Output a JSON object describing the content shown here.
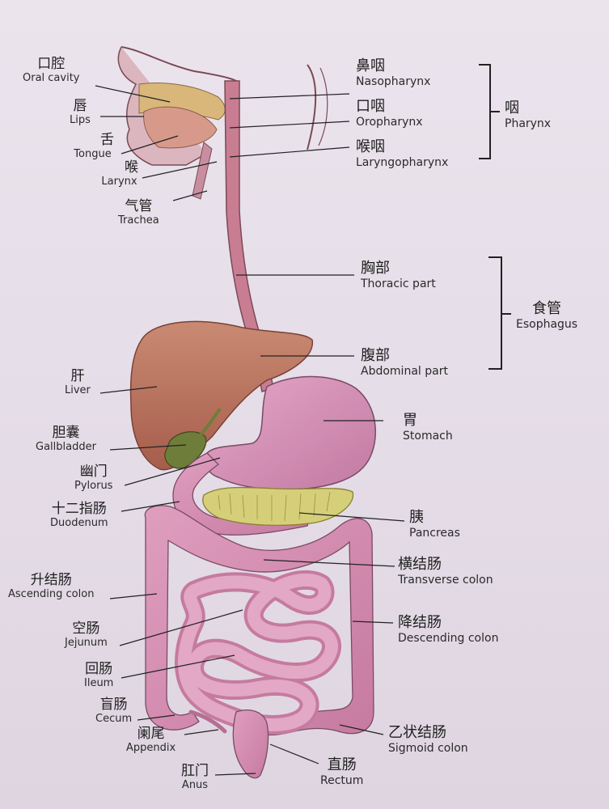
{
  "labels": {
    "oral_cavity": {
      "zh": "口腔",
      "en": "Oral cavity"
    },
    "lips": {
      "zh": "唇",
      "en": "Lips"
    },
    "tongue": {
      "zh": "舌",
      "en": "Tongue"
    },
    "larynx": {
      "zh": "喉",
      "en": "Larynx"
    },
    "trachea": {
      "zh": "气管",
      "en": "Trachea"
    },
    "nasopharynx": {
      "zh": "鼻咽",
      "en": "Nasopharynx"
    },
    "oropharynx": {
      "zh": "口咽",
      "en": "Oropharynx"
    },
    "laryngopharynx": {
      "zh": "喉咽",
      "en": "Laryngopharynx"
    },
    "pharynx": {
      "zh": "咽",
      "en": "Pharynx"
    },
    "thoracic_part": {
      "zh": "胸部",
      "en": "Thoracic part"
    },
    "abdominal_part": {
      "zh": "腹部",
      "en": "Abdominal part"
    },
    "esophagus": {
      "zh": "食管",
      "en": "Esophagus"
    },
    "liver": {
      "zh": "肝",
      "en": "Liver"
    },
    "gallbladder": {
      "zh": "胆囊",
      "en": "Gallbladder"
    },
    "pylorus": {
      "zh": "幽门",
      "en": "Pylorus"
    },
    "duodenum": {
      "zh": "十二指肠",
      "en": "Duodenum"
    },
    "stomach": {
      "zh": "胃",
      "en": "Stomach"
    },
    "pancreas": {
      "zh": "胰",
      "en": "Pancreas"
    },
    "transverse_colon": {
      "zh": "横结肠",
      "en": "Transverse colon"
    },
    "ascending_colon": {
      "zh": "升结肠",
      "en": "Ascending colon"
    },
    "jejunum": {
      "zh": "空肠",
      "en": "Jejunum"
    },
    "descending_colon": {
      "zh": "降结肠",
      "en": "Descending colon"
    },
    "ileum": {
      "zh": "回肠",
      "en": "Ileum"
    },
    "cecum": {
      "zh": "盲肠",
      "en": "Cecum"
    },
    "appendix": {
      "zh": "阑尾",
      "en": "Appendix"
    },
    "sigmoid_colon": {
      "zh": "乙状结肠",
      "en": "Sigmoid colon"
    },
    "rectum": {
      "zh": "直肠",
      "en": "Rectum"
    },
    "anus": {
      "zh": "肛门",
      "en": "Anus"
    }
  },
  "colors": {
    "liver": "#b8705e",
    "stomach": "#d692b8",
    "intestine": "#d48cae",
    "esophagus": "#c97d93",
    "gallbladder": "#6f7d3a",
    "pancreas": "#d6cf7a",
    "leader_line": "#222222"
  }
}
